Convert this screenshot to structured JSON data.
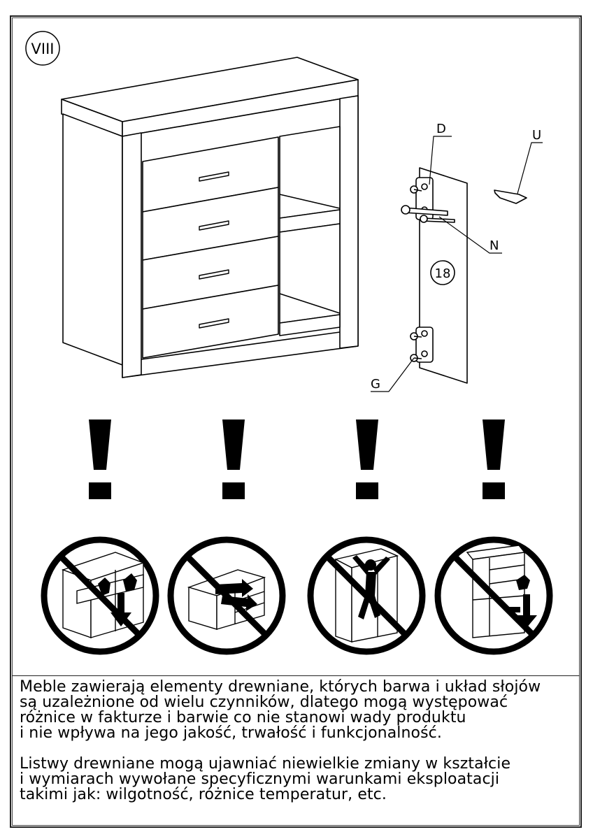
{
  "step": {
    "number": "VIII"
  },
  "part_labels": {
    "d": "D",
    "u": "U",
    "n": "N",
    "g": "G"
  },
  "panel_number": "18",
  "notes": [
    "Meble zawierają elementy drewniane, których barwa i układ słojów\nsą uzależnione od wielu czynników, dlatego mogą występować\nróżnice w fakturze i barwie co nie stanowi wady produktu\ni nie wpływa na jego jakość, trwałość i funkcjonalność.",
    "Listwy drewniane mogą ujawniać niewielkie zmiany w kształcie\ni wymiarach wywołane specyficznymi warunkami eksploatacji\ntakimi jak: wilgotność, różnice temperatur, etc."
  ],
  "icons": [
    "dresser-illustration-icon",
    "door-panel-hinge-icon",
    "exclamation-icon",
    "no-hanging-on-drawer-icon",
    "no-pulling-drawer-icon",
    "no-climbing-icon",
    "no-loading-drawer-icon"
  ]
}
